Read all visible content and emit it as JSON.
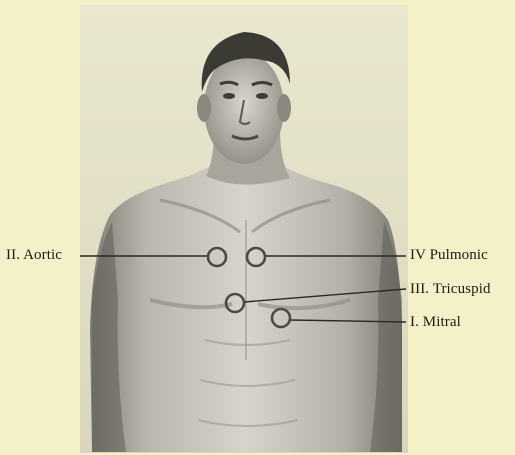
{
  "labels": {
    "aortic": "II. Aortic",
    "pulmonic": "IV  Pulmonic",
    "tricuspid": "III. Tricuspid",
    "mitral": "I. Mitral"
  },
  "colors": {
    "background": "#f4f1c8",
    "ink": "#1c1a16",
    "marker": "#4a4a44"
  }
}
